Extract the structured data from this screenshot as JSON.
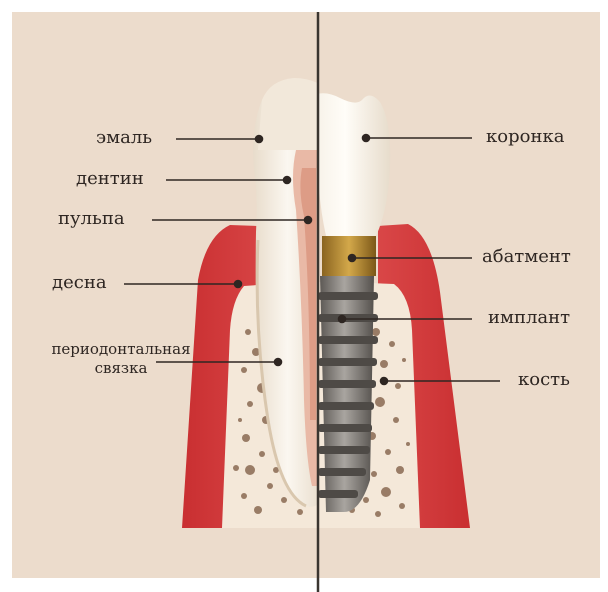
{
  "colors": {
    "background": "#ecdccc",
    "gum": "#d43b3b",
    "bone": "#f4e8d9",
    "tooth": "#f6f0e6",
    "implant_metal": "#7d7873",
    "abutment_gold": "#b48a30",
    "divider": "#3a3530"
  },
  "labels": {
    "enamel": "эмаль",
    "dentin": "дентин",
    "pulp": "пульпа",
    "gum": "десна",
    "ligament_line1": "периодонтальная",
    "ligament_line2": "связка",
    "crown": "коронка",
    "abutment": "абатмент",
    "implant": "имплант",
    "bone": "кость"
  }
}
